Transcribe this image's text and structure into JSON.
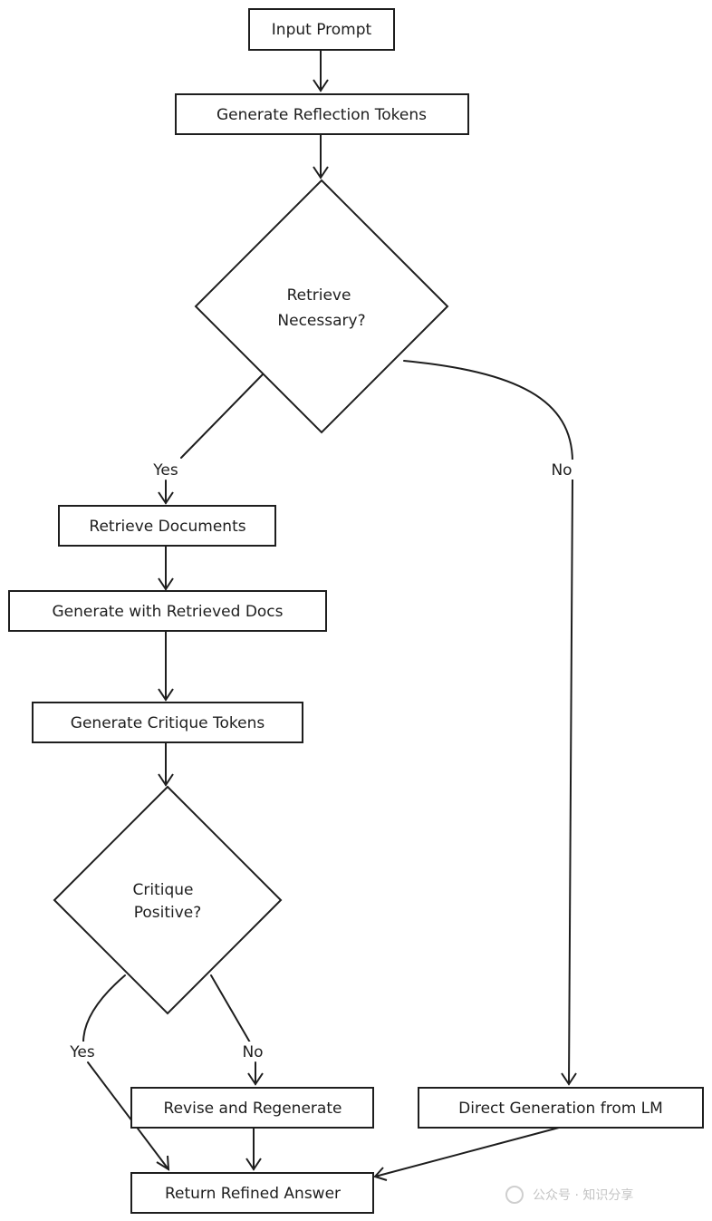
{
  "nodes": {
    "input_prompt": {
      "label": "Input Prompt"
    },
    "generate_reflection": {
      "label": "Generate Reflection Tokens"
    },
    "retrieve_necessary": {
      "line1": "Retrieve",
      "line2": "Necessary?"
    },
    "retrieve_documents": {
      "label": "Retrieve Documents"
    },
    "generate_with_docs": {
      "label": "Generate with Retrieved Docs"
    },
    "generate_critique": {
      "label": "Generate Critique Tokens"
    },
    "critique_positive": {
      "line1": "Critique",
      "line2": "Positive?"
    },
    "revise_regenerate": {
      "label": "Revise and Regenerate"
    },
    "direct_generation": {
      "label": "Direct Generation from LM"
    },
    "return_answer": {
      "label": "Return Refined Answer"
    }
  },
  "edge_labels": {
    "retrieve_yes": "Yes",
    "retrieve_no": "No",
    "critique_yes": "Yes",
    "critique_no": "No"
  },
  "watermark": {
    "text": "公众号 · 知识分享"
  }
}
